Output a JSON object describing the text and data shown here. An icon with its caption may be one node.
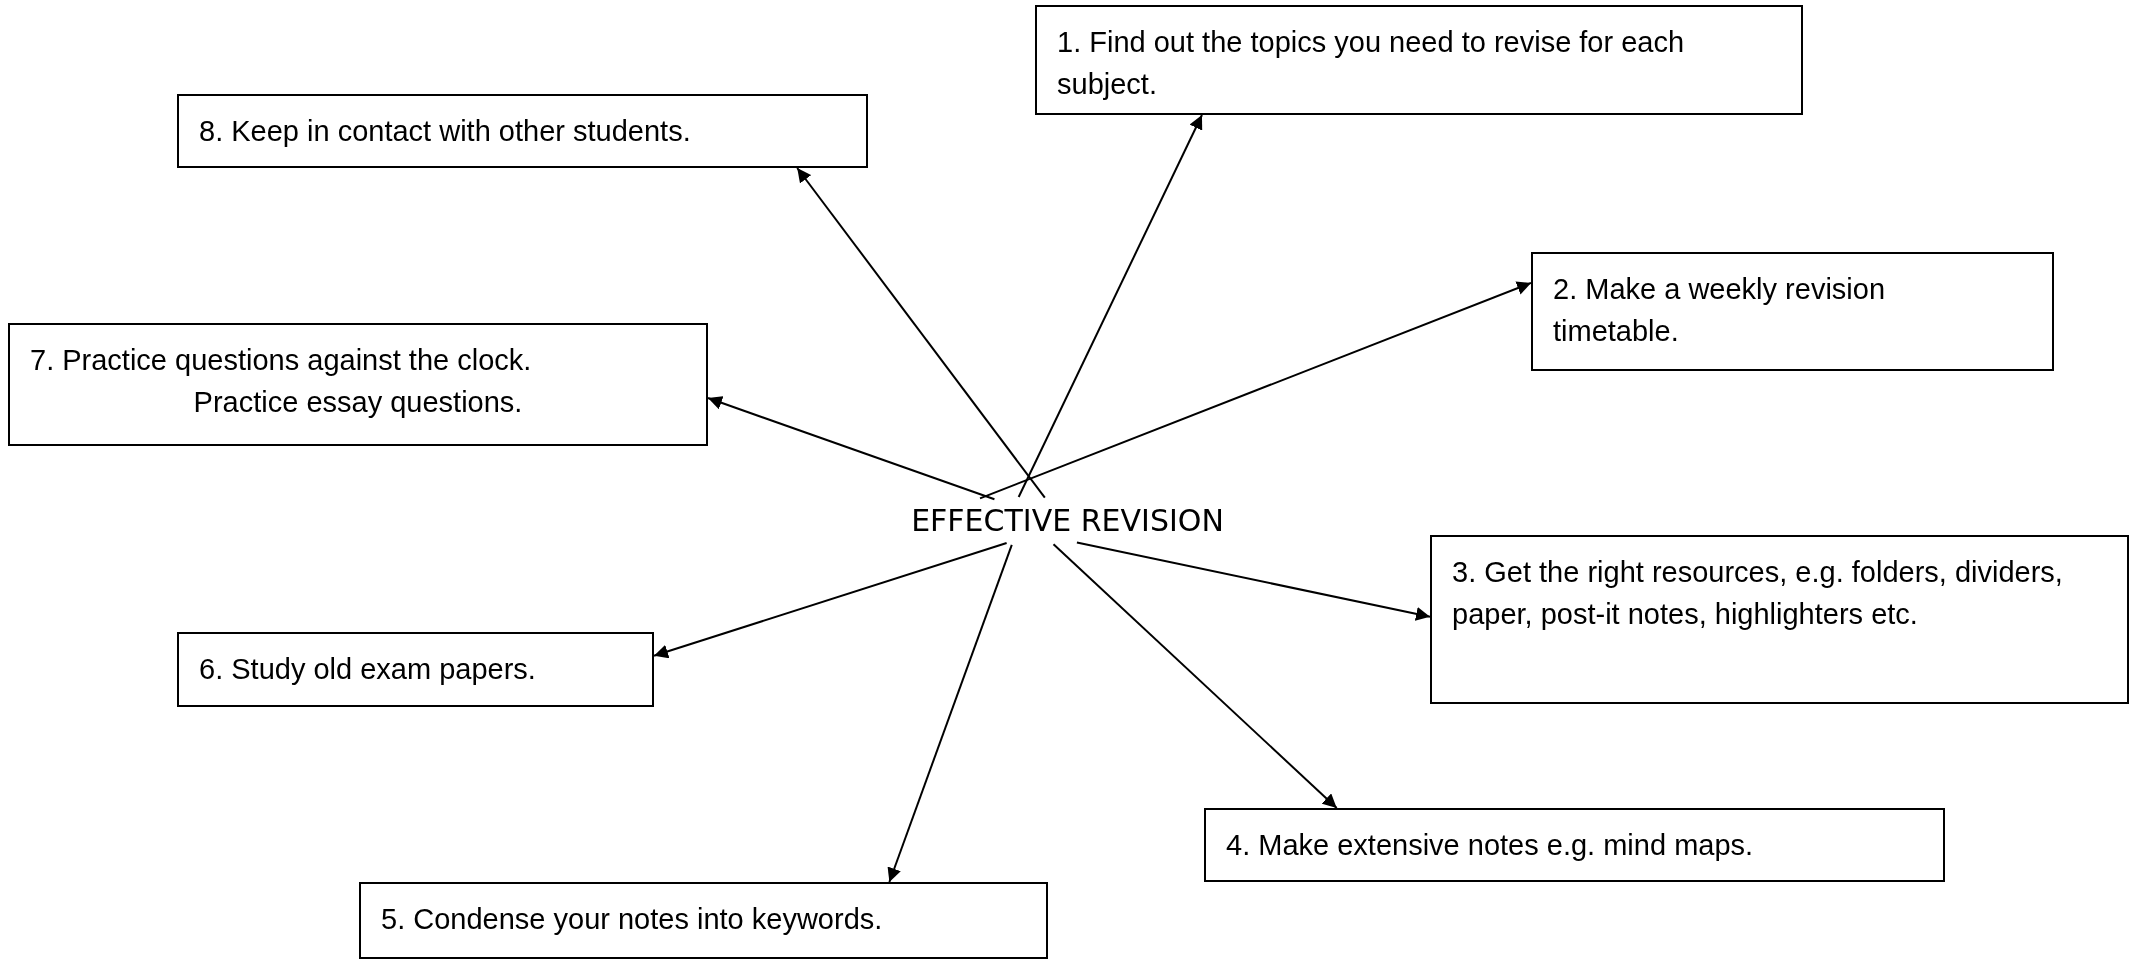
{
  "diagram": {
    "nodes": [
      {
        "text": [
          "EFFECTIVE REVISION"
        ]
      },
      {
        "text": [
          "1. Find out the topics you need to revise for each subject."
        ]
      },
      {
        "text": [
          "2. Make a weekly revision timetable."
        ]
      },
      {
        "text": [
          "3. Get the right resources, e.g. folders, dividers, paper, post-it notes, highlighters etc."
        ]
      },
      {
        "text": [
          "4. Make extensive notes e.g. mind maps."
        ]
      },
      {
        "text": [
          "5. Condense your notes into keywords."
        ]
      },
      {
        "text": [
          "6. Study old exam papers."
        ]
      },
      {
        "text": [
          "7. Practice questions against the clock.",
          "Practice essay questions."
        ]
      },
      {
        "text": [
          "8. Keep in contact with other students."
        ]
      }
    ],
    "edges": [
      {
        "from": 0,
        "to": 1,
        "arrow": "to"
      },
      {
        "from": 0,
        "to": 2,
        "arrow": "to"
      },
      {
        "from": 0,
        "to": 3,
        "arrow": "to"
      },
      {
        "from": 0,
        "to": 4,
        "arrow": "to"
      },
      {
        "from": 0,
        "to": 5,
        "arrow": "to"
      },
      {
        "from": 0,
        "to": 6,
        "arrow": "to"
      },
      {
        "from": 0,
        "to": 7,
        "arrow": "to"
      },
      {
        "from": 0,
        "to": 8,
        "arrow": "to"
      }
    ]
  }
}
